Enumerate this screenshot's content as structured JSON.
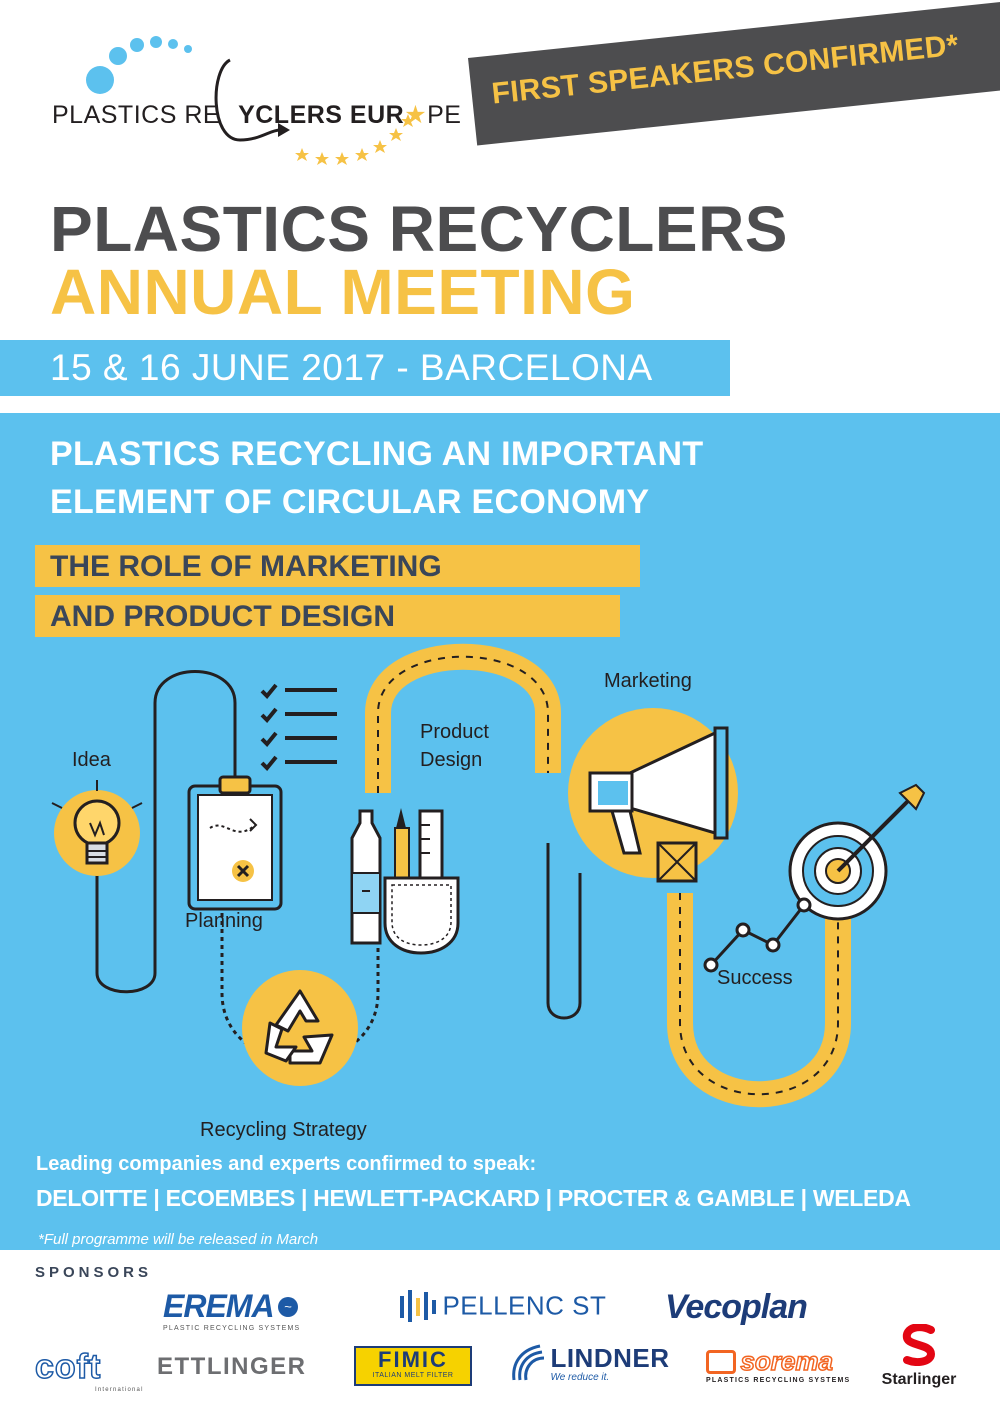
{
  "logo": {
    "part1": "PLASTICS RE",
    "part2": "YCLERS EUR",
    "part3": "PE"
  },
  "banner": "FIRST SPEAKERS CONFIRMED*",
  "title": {
    "line1": "PLASTICS RECYCLERS",
    "line2": "ANNUAL MEETING"
  },
  "date": "15 & 16 JUNE 2017 - BARCELONA",
  "headline": {
    "line1": "PLASTICS RECYCLING AN IMPORTANT",
    "line2": "ELEMENT OF CIRCULAR ECONOMY"
  },
  "subheadline": {
    "line1": "THE ROLE OF MARKETING",
    "line2": "AND PRODUCT DESIGN"
  },
  "stages": {
    "idea": "Idea",
    "planning": "Planning",
    "product_design_1": "Product",
    "product_design_2": "Design",
    "marketing": "Marketing",
    "success": "Success",
    "recycling_strategy": "Recycling Strategy"
  },
  "speakers": {
    "intro": "Leading companies and experts confirmed to speak:",
    "list": "DELOITTE | ECOEMBES | HEWLETT-PACKARD | PROCTER & GAMBLE | WELEDA"
  },
  "footnote": "*Full programme will be released in March",
  "sponsors": {
    "title": "SPONSORS",
    "erema": "EREMA",
    "erema_sub": "PLASTIC RECYCLING SYSTEMS",
    "pellenc": "PELLENC ST",
    "vecoplan": "Vecoplan",
    "coft": "coft",
    "coft_sub": "International",
    "ettlinger": "ETTLINGER",
    "fimic": "FIMIC",
    "fimic_sub": "ITALIAN MELT FILTER",
    "lindner": "LINDNER",
    "lindner_sub": "We reduce it.",
    "sorema": "sorema",
    "sorema_sub": "PLASTICS RECYCLING SYSTEMS",
    "starlinger": "Starlinger"
  },
  "colors": {
    "blue": "#5cc1ee",
    "yellow": "#f6c245",
    "dark_gray": "#4d4d4f",
    "navy": "#3a4659",
    "white": "#ffffff"
  }
}
